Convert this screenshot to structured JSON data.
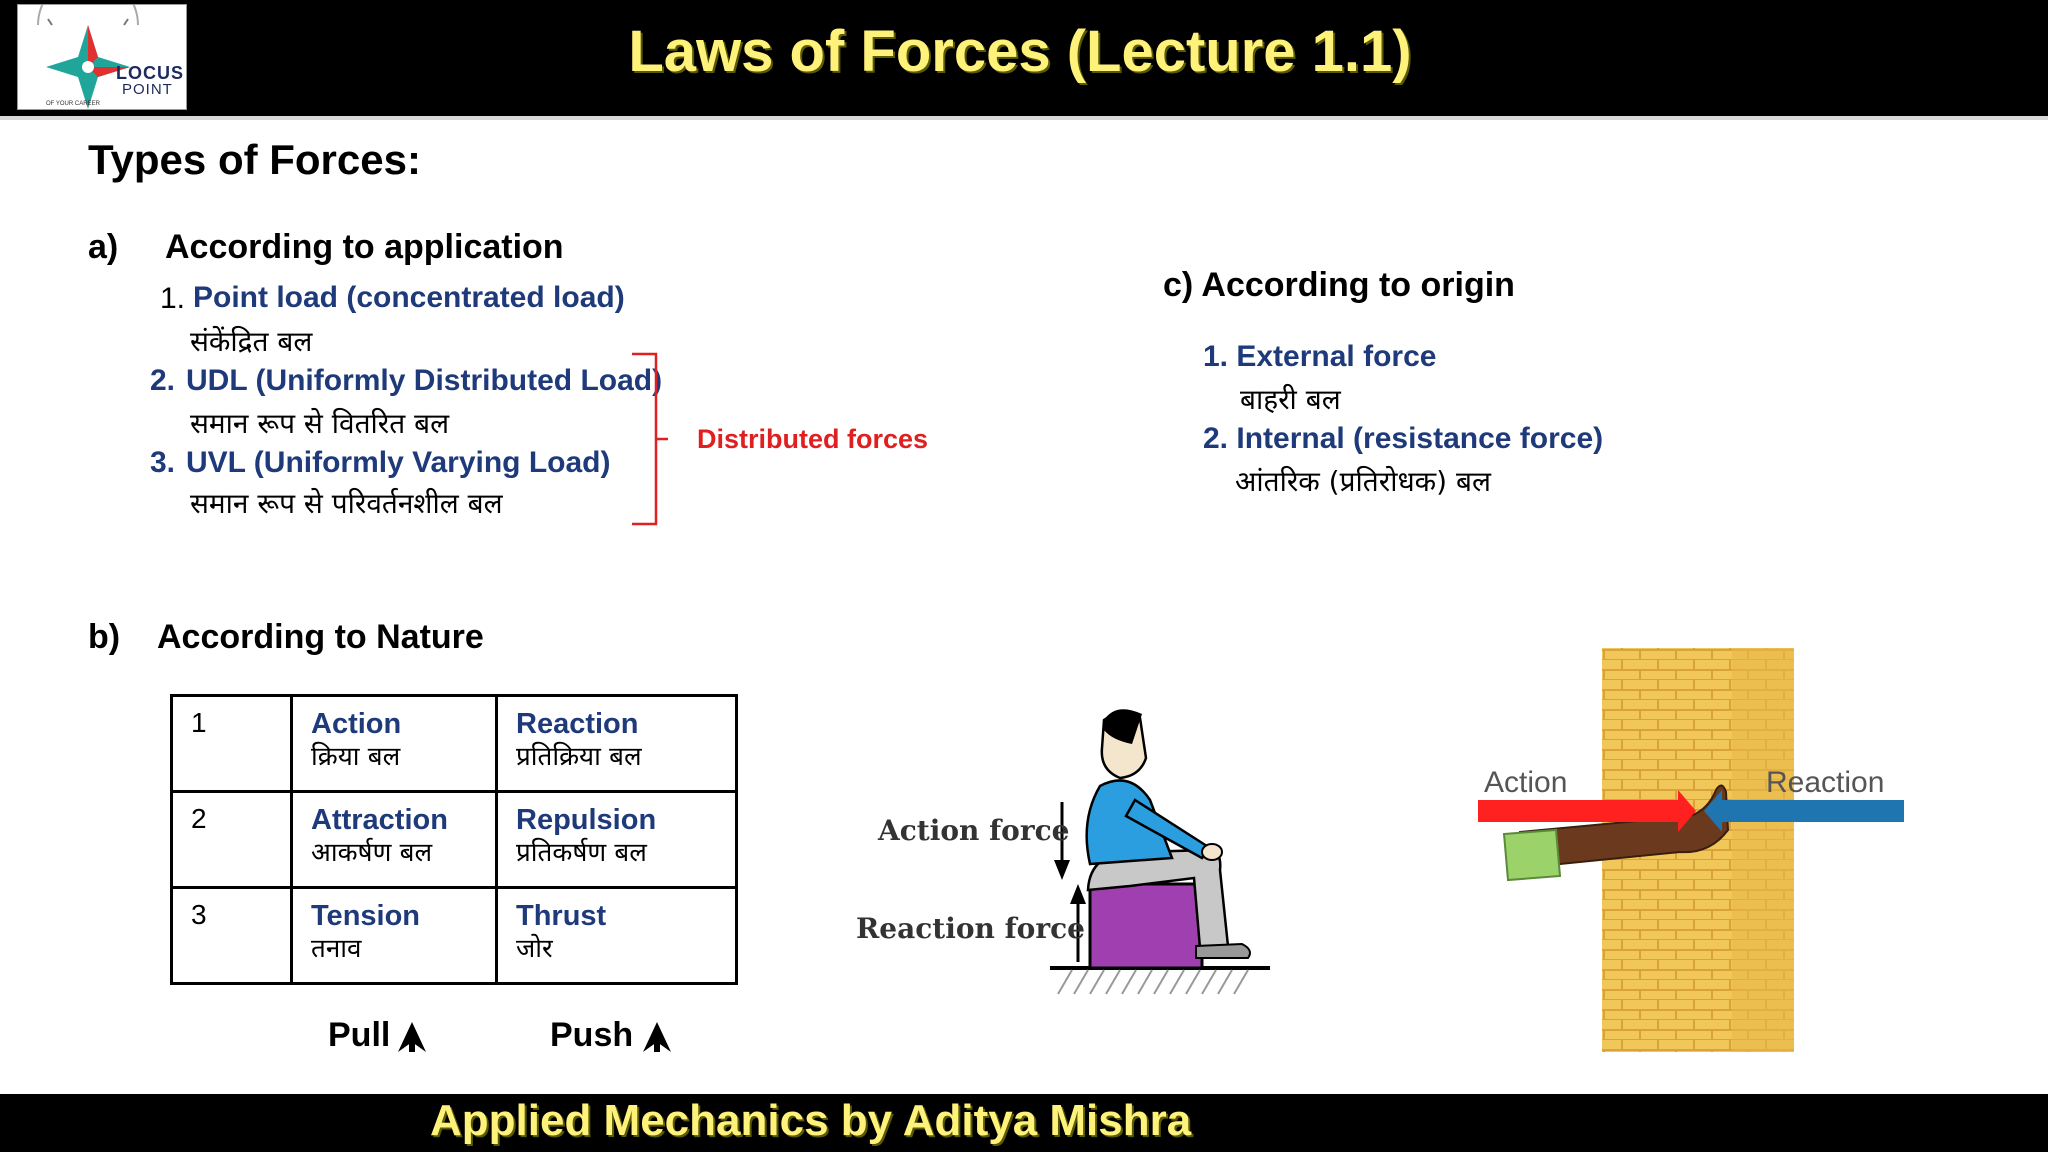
{
  "header": {
    "title": "Laws of Forces (Lecture 1.1)",
    "logo_main": "LOCUS",
    "logo_sub": "POINT",
    "logo_tagline": "OF YOUR CAREER"
  },
  "footer": {
    "title": "Applied Mechanics by Aditya Mishra"
  },
  "page_title": "Types of Forces:",
  "section_a": {
    "marker": "a)",
    "title": "According to application",
    "items": [
      {
        "num": "1.",
        "en": "Point load (concentrated load)",
        "hi": "संकेंद्रित बल"
      },
      {
        "num": "2.",
        "en": "UDL (Uniformly Distributed Load)",
        "hi": "समान रूप से वितरित बल"
      },
      {
        "num": "3.",
        "en": "UVL (Uniformly Varying Load)",
        "hi": "समान रूप से परिवर्तनशील बल"
      }
    ],
    "bracket_label": "Distributed forces"
  },
  "section_b": {
    "marker": "b)",
    "title": "According to Nature",
    "rows": [
      {
        "num": "1",
        "a_en": "Action",
        "a_hi": "क्रिया बल",
        "b_en": "Reaction",
        "b_hi": "प्रतिक्रिया बल"
      },
      {
        "num": "2",
        "a_en": "Attraction",
        "a_hi": "आकर्षण बल",
        "b_en": "Repulsion",
        "b_hi": "प्रतिकर्षण बल"
      },
      {
        "num": "3",
        "a_en": "Tension",
        "a_hi": "तनाव",
        "b_en": "Thrust",
        "b_hi": "जोर"
      }
    ],
    "pull_label": "Pull",
    "push_label": "Push"
  },
  "section_c": {
    "title": "c) According to origin",
    "items": [
      {
        "en": "1. External force",
        "hi": "बाहरी बल"
      },
      {
        "en": "2. Internal (resistance force)",
        "hi": "आंतरिक (प्रतिरोधक) बल"
      }
    ]
  },
  "figure_sitting": {
    "action_label": "Action force",
    "reaction_label": "Reaction force"
  },
  "figure_wall": {
    "action_label": "Action",
    "reaction_label": "Reaction"
  },
  "colors": {
    "accent_yellow": "#fff27a",
    "blue_text": "#1f3a7a",
    "red_text": "#e02020"
  }
}
